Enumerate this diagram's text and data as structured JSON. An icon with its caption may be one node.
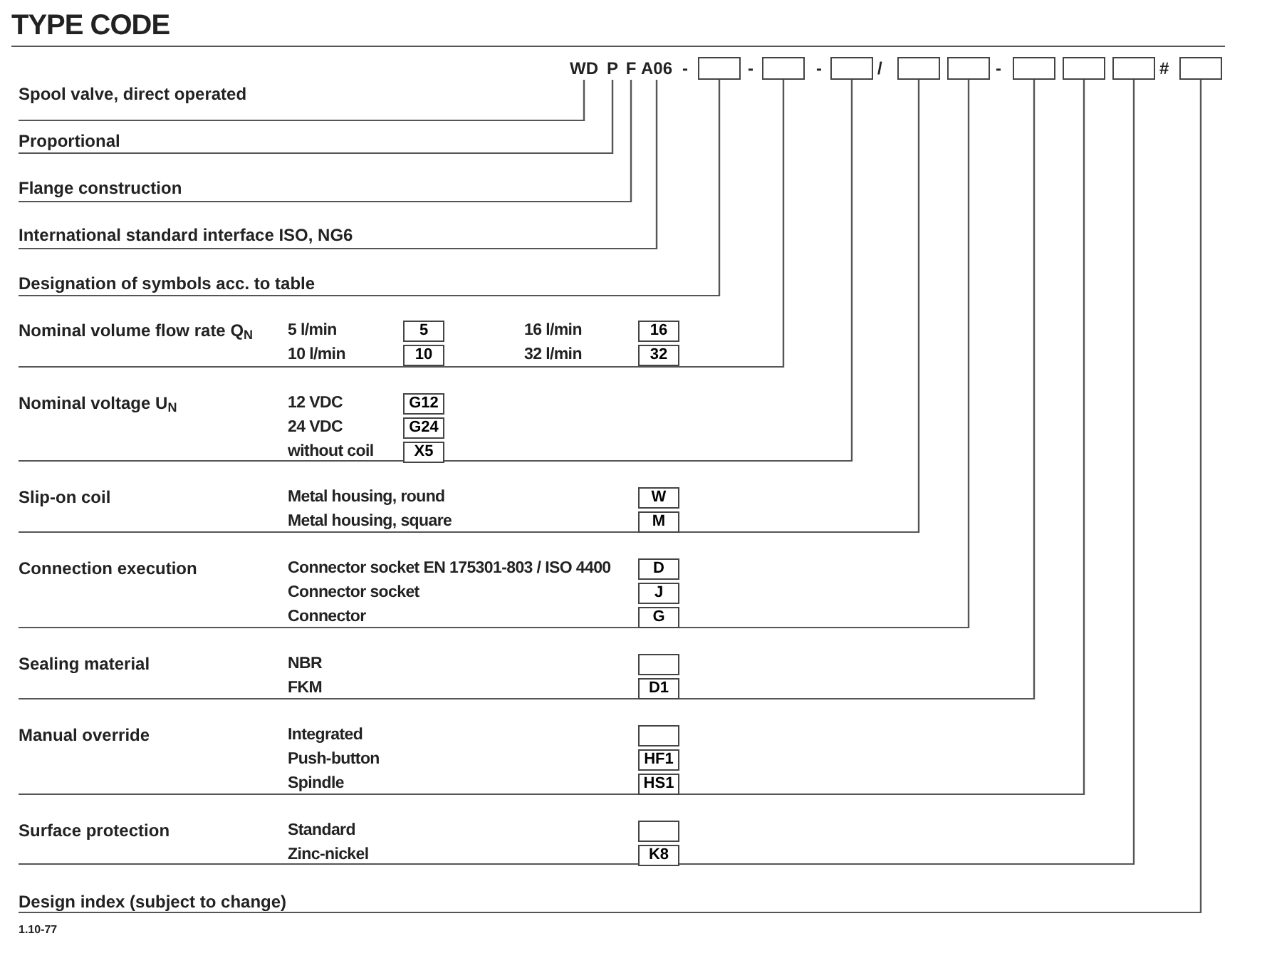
{
  "diagram": {
    "title": "TYPE CODE",
    "nodes": [
      {
        "text": [
          "WD"
        ]
      },
      {
        "text": [
          "P"
        ]
      },
      {
        "text": [
          "F"
        ]
      },
      {
        "text": [
          "A06"
        ]
      },
      {
        "text": [],
        "shape": "box"
      },
      {
        "text": [],
        "shape": "box"
      },
      {
        "text": [],
        "shape": "box"
      },
      {
        "text": [],
        "shape": "box"
      },
      {
        "text": [],
        "shape": "box"
      },
      {
        "text": [],
        "shape": "box"
      },
      {
        "text": [],
        "shape": "box"
      },
      {
        "text": [],
        "shape": "box"
      },
      {
        "text": [],
        "shape": "box"
      },
      {
        "text": [
          "Spool valve, direct operated"
        ]
      },
      {
        "text": [
          "Proportional"
        ]
      },
      {
        "text": [
          "Flange construction"
        ]
      },
      {
        "text": [
          "International standard interface ISO, NG6"
        ]
      },
      {
        "text": [
          "Designation of symbols acc. to table"
        ]
      },
      {
        "text": [
          "Nominal volume flow rate Q$_{N}$"
        ]
      },
      {
        "text": [
          "Nominal voltage U$_{N}$"
        ]
      },
      {
        "text": [
          "Slip-on coil"
        ]
      },
      {
        "text": [
          "Connection execution"
        ]
      },
      {
        "text": [
          "Sealing material"
        ]
      },
      {
        "text": [
          "Manual override"
        ]
      },
      {
        "text": [
          "Surface protection"
        ]
      },
      {
        "text": [
          "Design index (subject to change)"
        ]
      },
      {
        "text": [
          "5"
        ],
        "in": 18
      },
      {
        "text": [
          "16"
        ],
        "in": 18
      },
      {
        "text": [
          "10"
        ],
        "in": 18
      },
      {
        "text": [
          "32"
        ],
        "in": 18
      },
      {
        "text": [
          "G12"
        ],
        "in": 19
      },
      {
        "text": [
          "G24"
        ],
        "in": 19
      },
      {
        "text": [
          "X5"
        ],
        "in": 19
      },
      {
        "text": [
          "W"
        ],
        "in": 20
      },
      {
        "text": [
          "M"
        ],
        "in": 20
      },
      {
        "text": [
          "D"
        ],
        "in": 21
      },
      {
        "text": [
          "J"
        ],
        "in": 21
      },
      {
        "text": [
          "G"
        ],
        "in": 21
      },
      {
        "text": [],
        "shape": "box",
        "in": 22
      },
      {
        "text": [
          "D1"
        ],
        "in": 22
      },
      {
        "text": [],
        "shape": "box",
        "in": 23
      },
      {
        "text": [
          "HF1"
        ],
        "in": 23
      },
      {
        "text": [
          "HS1"
        ],
        "in": 23
      },
      {
        "text": [],
        "shape": "box",
        "in": 24
      },
      {
        "text": [
          "K8"
        ],
        "in": 24
      }
    ],
    "edges": [
      {
        "from": 0,
        "to": 13,
        "arrow": "none"
      },
      {
        "from": 1,
        "to": 14,
        "arrow": "none"
      },
      {
        "from": 2,
        "to": 15,
        "arrow": "none"
      },
      {
        "from": 3,
        "to": 16,
        "arrow": "none"
      },
      {
        "from": 4,
        "to": 17,
        "arrow": "none"
      },
      {
        "from": 5,
        "to": 18,
        "arrow": "none"
      },
      {
        "from": 6,
        "to": 19,
        "arrow": "none"
      },
      {
        "from": 7,
        "to": 20,
        "arrow": "none"
      },
      {
        "from": 8,
        "to": 21,
        "arrow": "none"
      },
      {
        "from": 9,
        "to": 22,
        "arrow": "none"
      },
      {
        "from": 10,
        "to": 23,
        "arrow": "none"
      },
      {
        "from": 11,
        "to": 24,
        "arrow": "none"
      },
      {
        "from": 12,
        "to": 25,
        "arrow": "none"
      }
    ],
    "labels": [
      "-",
      "-",
      "-",
      "/",
      "-",
      "#",
      "5 l/min",
      "16 l/min",
      "10 l/min",
      "32 l/min",
      "12 VDC",
      "24 VDC",
      "without coil",
      "Metal housing, round",
      "Metal housing, square",
      "Connector socket EN 175301-803 / ISO 4400",
      "Connector socket",
      "Connector",
      "NBR",
      "FKM",
      "Integrated",
      "Push-button",
      "Spindle",
      "Standard",
      "Zinc-nickel",
      "1.10-77"
    ]
  }
}
